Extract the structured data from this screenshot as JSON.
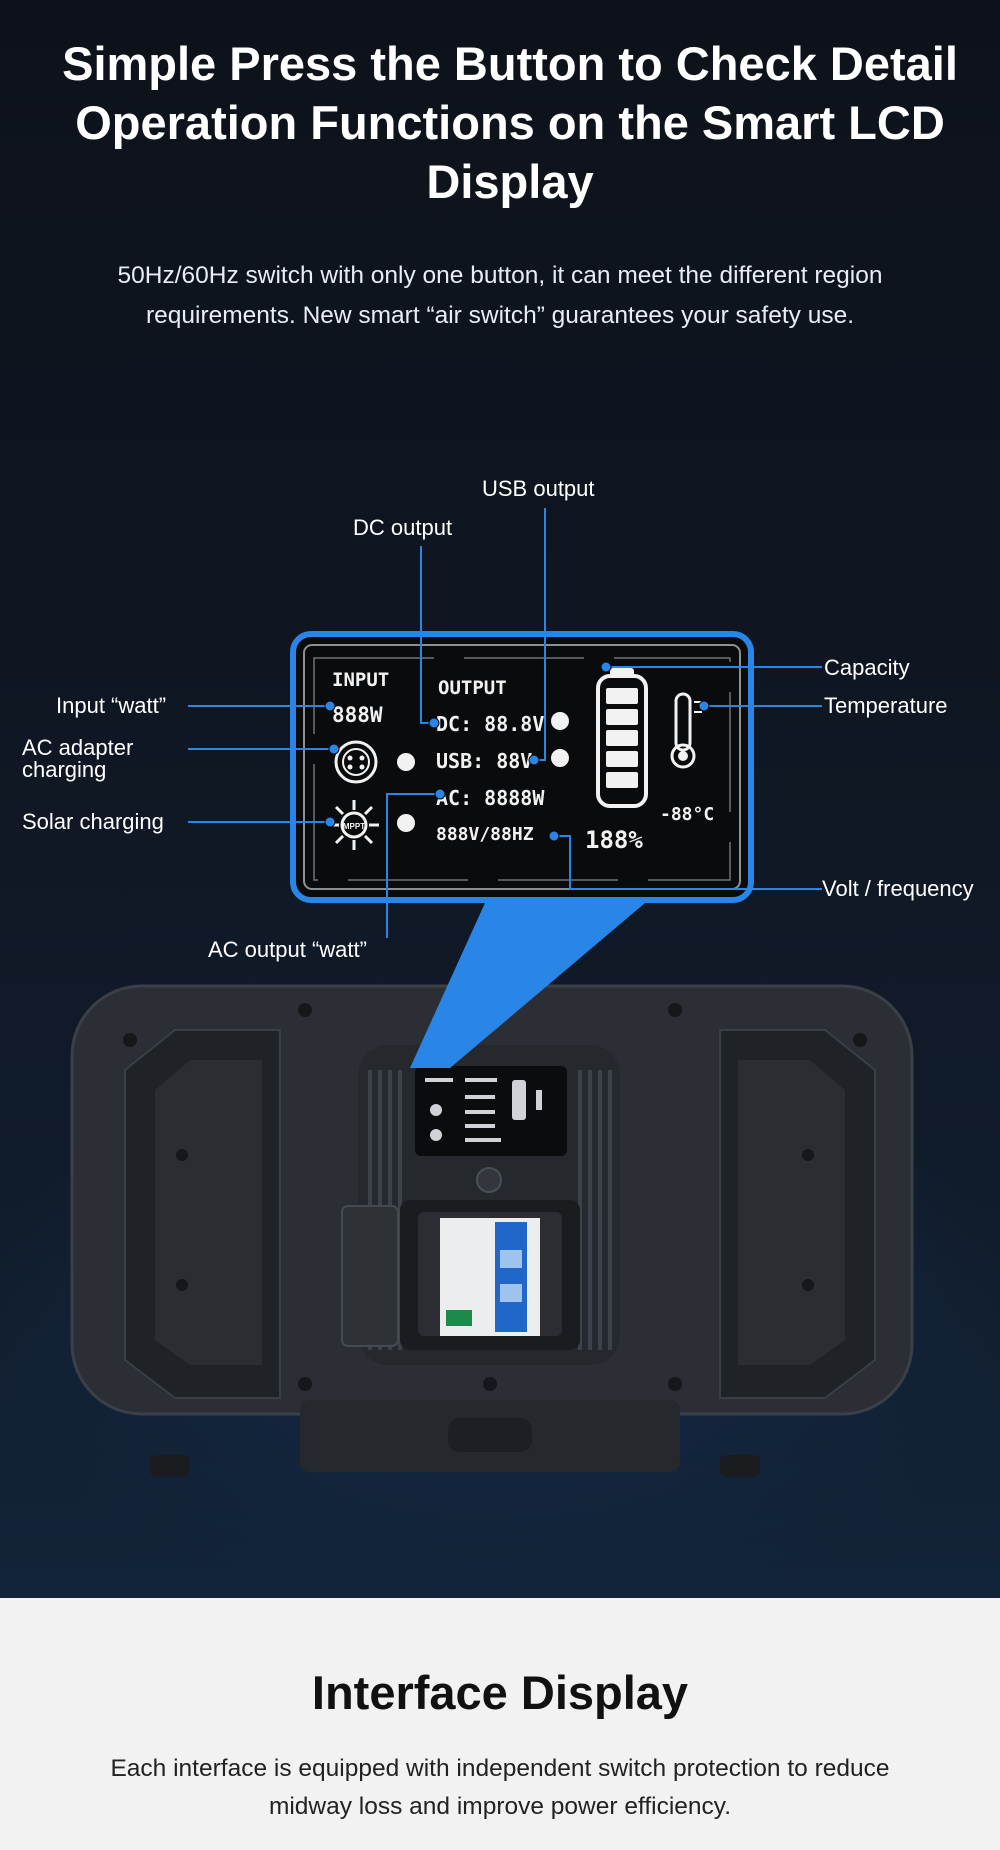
{
  "header": {
    "title": "Simple Press the Button to Check Detail Operation Functions on the Smart LCD Display",
    "subtitle": "50Hz/60Hz switch with only one button, it can meet the different region requirements. New smart “air switch” guarantees your safety use."
  },
  "lcd_panel": {
    "input_label": "INPUT",
    "input_watt": "888W",
    "output_label": "OUTPUT",
    "dc_readout": "DC: 88.8V",
    "usb_readout": "USB: 88V",
    "ac_readout": "AC: 8888W",
    "volt_freq_readout": "888V/88HZ",
    "capacity_readout": "188%",
    "temperature_readout": "-88°C",
    "mppt_label": "MPPT"
  },
  "callouts": {
    "usb_output": "USB output",
    "dc_output": "DC output",
    "input_watt": "Input “watt”",
    "ac_adapter_charging": "AC adapter charging",
    "solar_charging": "Solar charging",
    "ac_output_watt": "AC output “watt”",
    "capacity": "Capacity",
    "temperature": "Temperature",
    "volt_frequency": "Volt / frequency"
  },
  "section": {
    "title": "Interface Display",
    "description": "Each interface is equipped with independent switch protection to reduce midway loss and improve power efficiency."
  },
  "colors": {
    "accent_blue": "#2a86e6",
    "hero_background": "#0f1622",
    "lower_background": "#f2f2f2"
  }
}
